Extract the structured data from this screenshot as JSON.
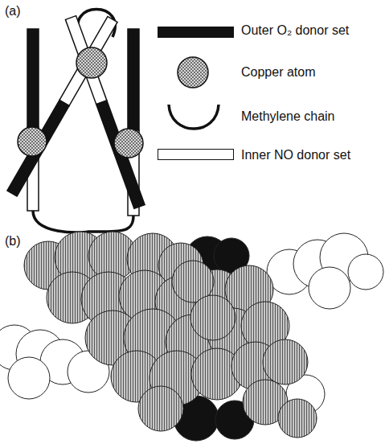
{
  "diagram": {
    "labels": [
      "(a)",
      "(b)"
    ],
    "legend": [
      {
        "text": "Outer O₂ donor set",
        "color": "#111111"
      },
      {
        "text": "Copper atom"
      },
      {
        "text": "Methylene chain"
      },
      {
        "text": "Inner NO donor set",
        "color": "#ffffff"
      }
    ]
  }
}
